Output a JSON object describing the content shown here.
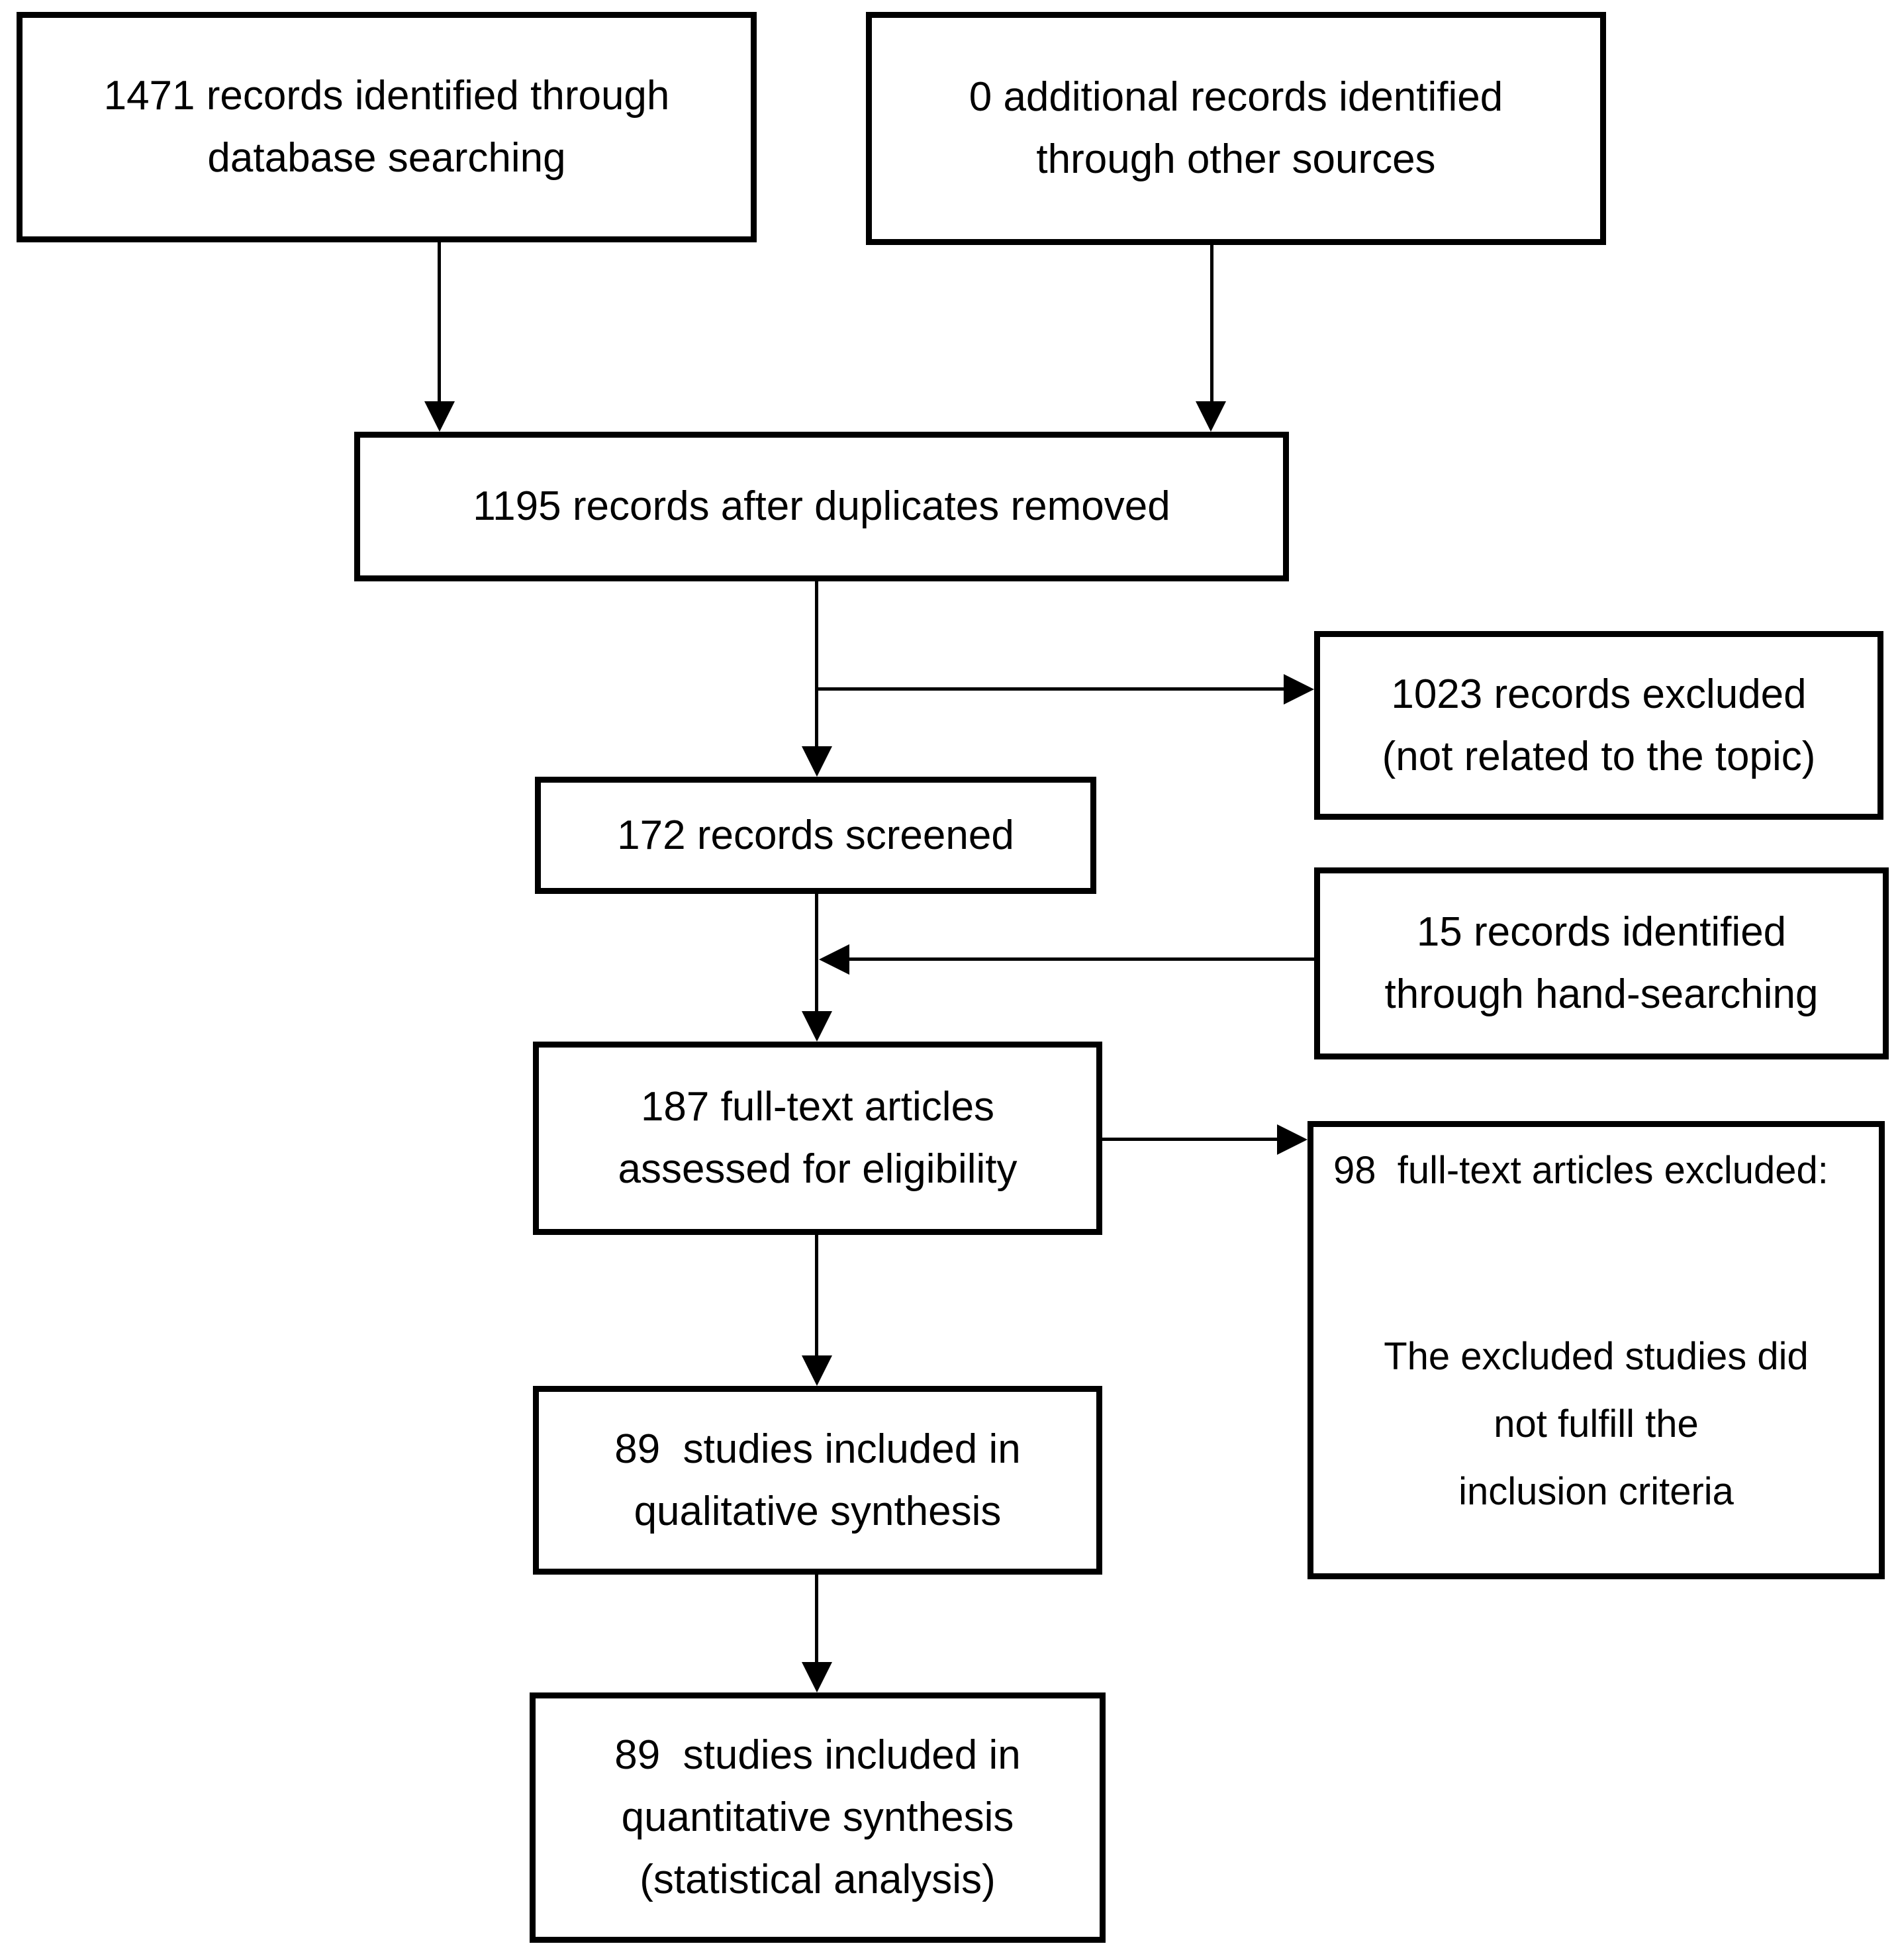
{
  "flowchart": {
    "boxes": {
      "identified_database": {
        "lines": [
          "1471 records identified through",
          "database searching"
        ]
      },
      "identified_other_sources": {
        "lines": [
          "0 additional records identified",
          "through other sources"
        ]
      },
      "after_duplicates_removed": {
        "lines": [
          "1195 records after duplicates removed"
        ]
      },
      "records_excluded": {
        "lines": [
          "1023 records excluded",
          "(not related to the topic)"
        ]
      },
      "records_screened": {
        "lines": [
          "172 records screened"
        ]
      },
      "hand_searching": {
        "lines": [
          "15 records identified",
          "through hand-searching"
        ]
      },
      "fulltext_assessed": {
        "lines": [
          "187 full-text articles",
          "assessed for eligibility"
        ]
      },
      "fulltext_excluded": {
        "title": "98  full-text articles excluded:",
        "body_lines": [
          "The excluded studies did",
          "not fulfill the",
          "inclusion criteria"
        ]
      },
      "qualitative_synthesis": {
        "lines": [
          "89  studies included in",
          "qualitative synthesis"
        ]
      },
      "quantitative_synthesis": {
        "lines": [
          "89  studies included in",
          "quantitative synthesis",
          "(statistical analysis)"
        ]
      }
    },
    "colors": {
      "border": "#000000",
      "background": "#ffffff",
      "text": "#000000"
    }
  }
}
